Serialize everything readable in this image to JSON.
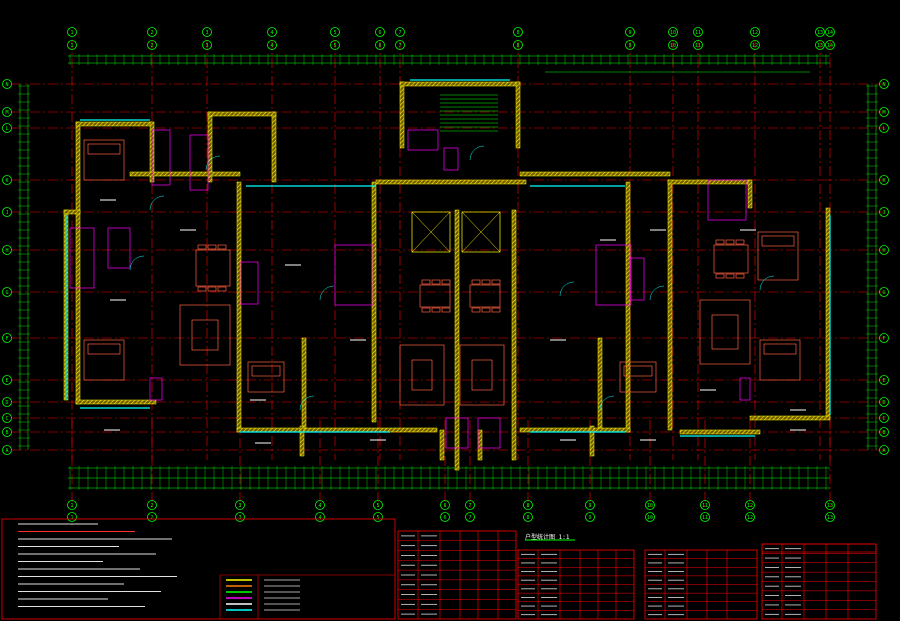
{
  "colors": {
    "background": "#000000",
    "grid": "#ff0000",
    "axis_bubble": "#00ff00",
    "dimension": "#00ff00",
    "wall_hatch": "#d8c000",
    "wall_outline": "#ffff00",
    "furniture": "#ff6040",
    "fixtures": "#ff00ff",
    "windows": "#00ffff",
    "text": "#ffffff",
    "table_border": "#ff0000"
  },
  "axes_top": [
    "1",
    "2",
    "3",
    "4",
    "5",
    "6",
    "7",
    "8",
    "9",
    "10",
    "11",
    "12",
    "13",
    "14"
  ],
  "axes_bottom": [
    "1",
    "2",
    "3",
    "4",
    "5",
    "6",
    "7",
    "8",
    "9",
    "10",
    "11",
    "12",
    "13"
  ],
  "axes_left": [
    "S",
    "R",
    "Q",
    "P",
    "N",
    "M",
    "L",
    "K",
    "J",
    "H",
    "G",
    "F",
    "E",
    "D",
    "C",
    "B",
    "A"
  ],
  "notes_panel": {
    "lines": [
      "",
      "",
      "",
      "",
      "",
      "",
      "",
      "",
      "",
      "",
      "",
      "",
      "",
      ""
    ]
  },
  "tables": {
    "table1": {
      "title": ""
    },
    "table2": {
      "title": "户型统计图 1:1"
    },
    "table3": {
      "title": ""
    },
    "table4": {
      "title": ""
    }
  }
}
